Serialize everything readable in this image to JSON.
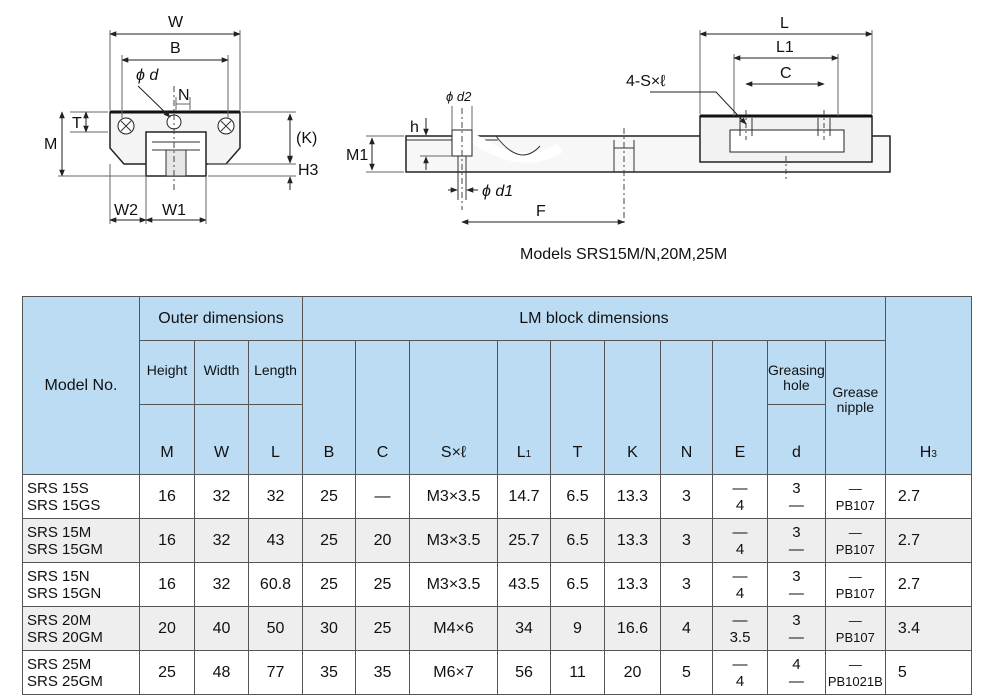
{
  "drawing": {
    "labels": {
      "w": "W",
      "b": "B",
      "phi_d": "ϕ d",
      "n": "N",
      "t": "T",
      "m": "M",
      "k": "(K)",
      "h3": "H3",
      "w2": "W2",
      "w1": "W1",
      "phi_d2": "ϕ d2",
      "h": "h",
      "m1": "M1",
      "phi_d1": "ϕ d1",
      "f": "F",
      "l": "L",
      "l1": "L1",
      "c": "C",
      "s_l": "4-S×ℓ"
    },
    "caption": "Models SRS15M/N,20M,25M"
  },
  "table": {
    "model_header": "Model No.",
    "outer_header": "Outer dimensions",
    "lm_header": "LM block dimensions",
    "sub_headers": {
      "height": "Height",
      "width": "Width",
      "length": "Length",
      "greasing_hole": "Greasing hole",
      "grease_nipple": "Grease nipple"
    },
    "symbols": [
      "M",
      "W",
      "L",
      "B",
      "C",
      "S×ℓ",
      "L1",
      "T",
      "K",
      "N",
      "E",
      "d",
      "",
      "H3"
    ],
    "rows": [
      {
        "model": [
          "SRS 15S",
          "SRS 15GS"
        ],
        "M": "16",
        "W": "32",
        "L": "32",
        "B": "25",
        "C": "—",
        "S": "M3×3.5",
        "L1": "14.7",
        "T": "6.5",
        "K": "13.3",
        "N": "3",
        "E": [
          "—",
          "4"
        ],
        "d": [
          "3",
          "—"
        ],
        "nipple": [
          "—",
          "PB107"
        ],
        "H3": "2.7"
      },
      {
        "model": [
          "SRS 15M",
          "SRS 15GM"
        ],
        "M": "16",
        "W": "32",
        "L": "43",
        "B": "25",
        "C": "20",
        "S": "M3×3.5",
        "L1": "25.7",
        "T": "6.5",
        "K": "13.3",
        "N": "3",
        "E": [
          "—",
          "4"
        ],
        "d": [
          "3",
          "—"
        ],
        "nipple": [
          "—",
          "PB107"
        ],
        "H3": "2.7"
      },
      {
        "model": [
          "SRS 15N",
          "SRS 15GN"
        ],
        "M": "16",
        "W": "32",
        "L": "60.8",
        "B": "25",
        "C": "25",
        "S": "M3×3.5",
        "L1": "43.5",
        "T": "6.5",
        "K": "13.3",
        "N": "3",
        "E": [
          "—",
          "4"
        ],
        "d": [
          "3",
          "—"
        ],
        "nipple": [
          "—",
          "PB107"
        ],
        "H3": "2.7"
      },
      {
        "model": [
          "SRS 20M",
          "SRS 20GM"
        ],
        "M": "20",
        "W": "40",
        "L": "50",
        "B": "30",
        "C": "25",
        "S": "M4×6",
        "L1": "34",
        "T": "9",
        "K": "16.6",
        "N": "4",
        "E": [
          "—",
          "3.5"
        ],
        "d": [
          "3",
          "—"
        ],
        "nipple": [
          "—",
          "PB107"
        ],
        "H3": "3.4"
      },
      {
        "model": [
          "SRS 25M",
          "SRS 25GM"
        ],
        "M": "25",
        "W": "48",
        "L": "77",
        "B": "35",
        "C": "35",
        "S": "M6×7",
        "L1": "56",
        "T": "11",
        "K": "20",
        "N": "5",
        "E": [
          "—",
          "4"
        ],
        "d": [
          "4",
          "—"
        ],
        "nipple": [
          "—",
          "PB1021B"
        ],
        "H3": "5"
      }
    ],
    "colors": {
      "header_bg": "#bcdcf4",
      "alt_row_bg": "#eeeeee"
    }
  }
}
